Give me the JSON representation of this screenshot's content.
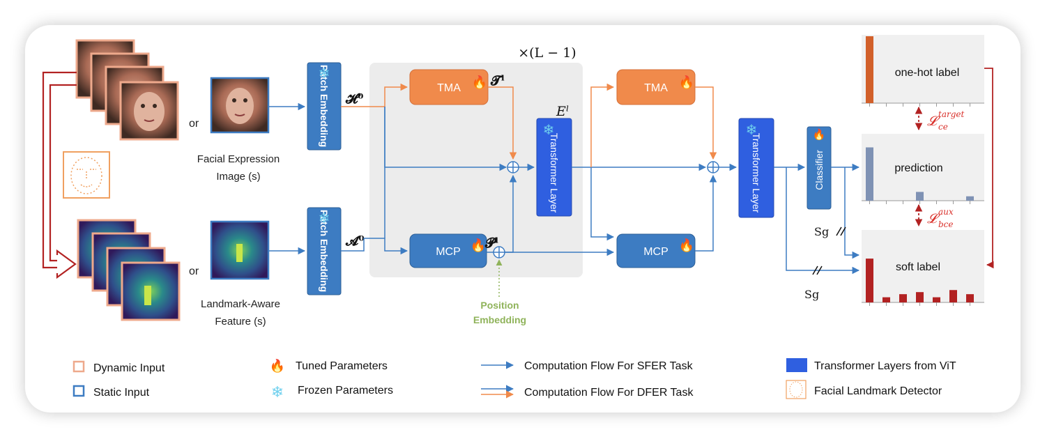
{
  "diagram": {
    "repeat_label": "×(L − 1)",
    "or_top": "or",
    "or_bottom": "or",
    "caption_image_1": "Facial Expression",
    "caption_image_2": "Image (s)",
    "caption_landmark_1": "Landmark-Aware",
    "caption_landmark_2": "Feature (s)",
    "patch_embedding_top": "Patch Embedding",
    "patch_embedding_bottom": "Patch Embedding",
    "h0": "𝓗⁰",
    "a0": "𝓐⁰",
    "tma_1": "TMA",
    "tma_2": "TMA",
    "mcp_1": "MCP",
    "mcp_2": "MCP",
    "t_l": "𝓣ˡ",
    "p_l": "𝓟ˡ",
    "e_l": "Eˡ",
    "transformer_layer_1": "Transformer Layer",
    "transformer_layer_2": "Transformer Layer",
    "classifier": "Classifier",
    "position_embedding_1": "Position",
    "position_embedding_2": "Embedding",
    "one_hot_label": "one-hot label",
    "prediction": "prediction",
    "soft_label": "soft label",
    "loss_target": "𝓛",
    "loss_target_sup": "target",
    "loss_target_sub": "ce",
    "loss_aux": "𝓛",
    "loss_aux_sup": "aux",
    "loss_aux_sub": "bce",
    "sg_1": "Sg",
    "sg_2": "Sg"
  },
  "legend": {
    "dynamic_input": "Dynamic Input",
    "static_input": "Static Input",
    "tuned": "Tuned Parameters",
    "frozen": "Frozen Parameters",
    "flow_sfer": "Computation Flow For SFER Task",
    "flow_dfer": "Computation Flow For DFER Task",
    "transformer_vit": "Transformer Layers from ViT",
    "landmark_detector": "Facial Landmark Detector"
  },
  "colors": {
    "blue": "#3d7cc2",
    "bright_blue": "#2f5fe0",
    "orange": "#f08a4b",
    "dark_red": "#b22222",
    "loss_red": "#d9302a",
    "green": "#8fb35a",
    "gray_panel": "#ececec"
  },
  "bars": {
    "one_hot": [
      1,
      0,
      0,
      0,
      0,
      0,
      0
    ],
    "prediction": [
      0.85,
      0,
      0,
      0.14,
      0,
      0,
      0.07
    ],
    "soft_label": [
      0.85,
      0.1,
      0.16,
      0.2,
      0.1,
      0.24,
      0.16
    ]
  }
}
